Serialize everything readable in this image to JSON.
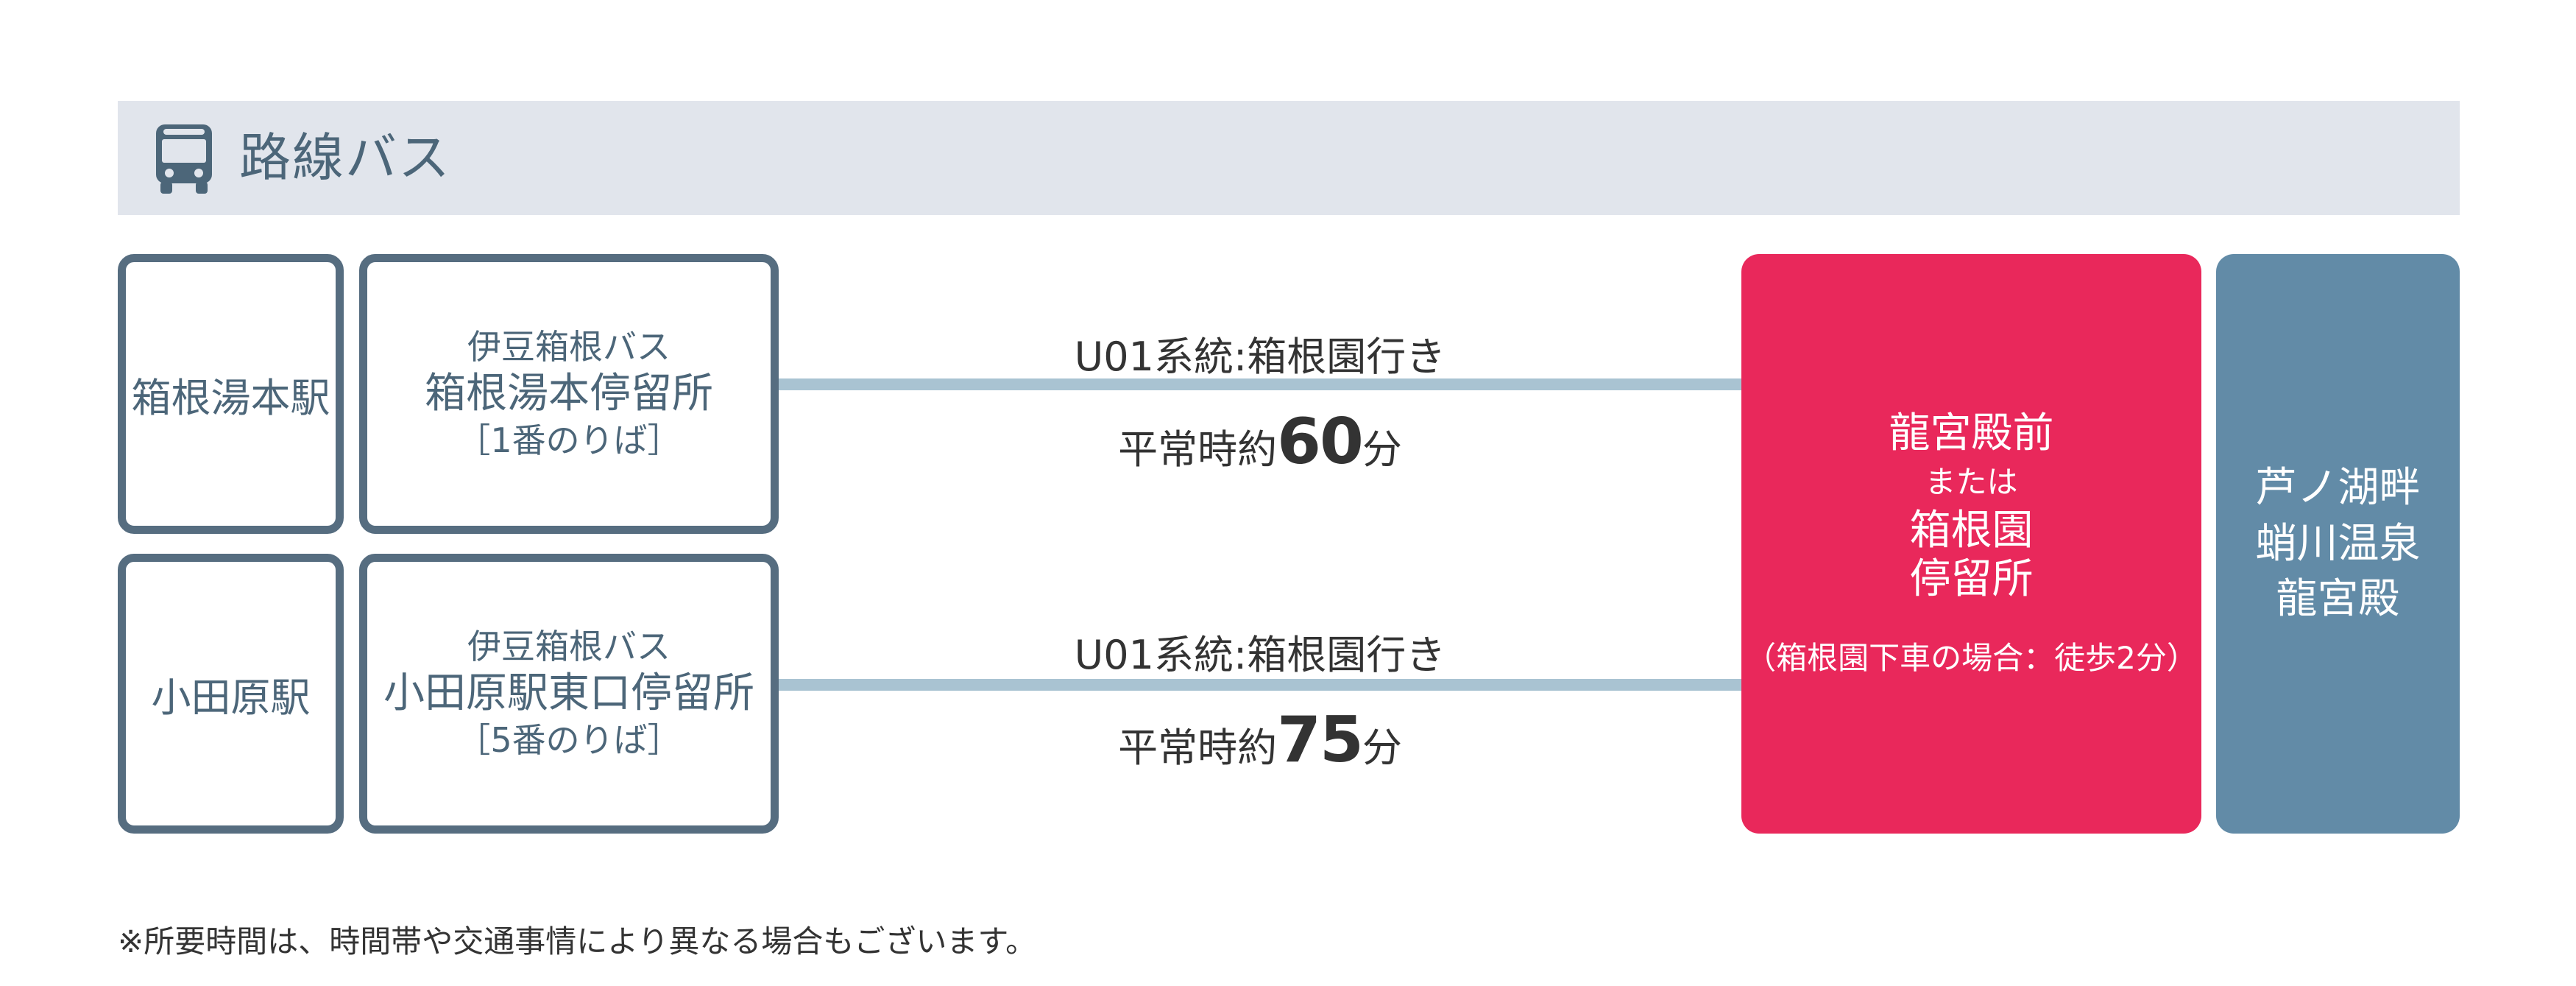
{
  "header": {
    "title": "路線バス",
    "icon": "bus-icon"
  },
  "routes": [
    {
      "station": "箱根湯本駅",
      "operator": "伊豆箱根バス",
      "stop": "箱根湯本停留所",
      "platform": "［1番のりば］",
      "route": "U01系統:箱根園行き",
      "time_prefix": "平常時約",
      "time_value": "60",
      "time_unit": "分"
    },
    {
      "station": "小田原駅",
      "operator": "伊豆箱根バス",
      "stop": "小田原駅東口停留所",
      "platform": "［5番のりば］",
      "route": "U01系統:箱根園行き",
      "time_prefix": "平常時約",
      "time_value": "75",
      "time_unit": "分"
    }
  ],
  "destination": {
    "line1": "龍宮殿前",
    "line2": "または",
    "line3": "箱根園",
    "line4": "停留所",
    "note": "（箱根園下車の場合：徒歩2分）"
  },
  "place": {
    "line1": "芦ノ湖畔",
    "line2": "蛸川温泉",
    "line3": "龍宮殿"
  },
  "footnote": "※所要時間は、時間帯や交通事情により異なる場合もございます。",
  "colors": {
    "accent": "#e9285b",
    "place": "#628ba7",
    "border": "#566d80",
    "line": "#a9c3d2",
    "header_bg": "#e1e5ec"
  }
}
